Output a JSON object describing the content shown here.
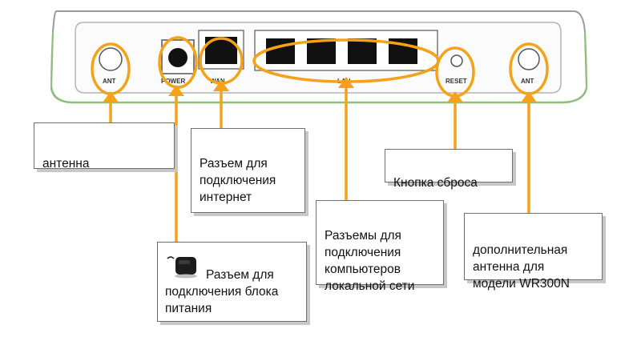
{
  "device": {
    "port_labels": {
      "ant_left": "ANT",
      "power": "POWER",
      "wan": "WAN",
      "lan": "LAN",
      "reset": "RESET",
      "ant_right": "ANT"
    }
  },
  "callouts": {
    "antenna": "антенна",
    "wan": "Разъем для\nподключения\nинтернет",
    "power_line1": "Разъем для",
    "power_line2": "подключения блока\nпитания",
    "lan": "Разъемы для\nподключения\nкомпьютеров\nлокальной сети",
    "reset": "Кнопка сброса",
    "extra_antenna": "дополнительная\nантенна для\nмодели WR300N"
  },
  "icons": {
    "power_adapter": "power-adapter-icon"
  },
  "colors": {
    "accent": "#f5a21b",
    "device_edge": "#8fc07a",
    "port": "#111111"
  }
}
